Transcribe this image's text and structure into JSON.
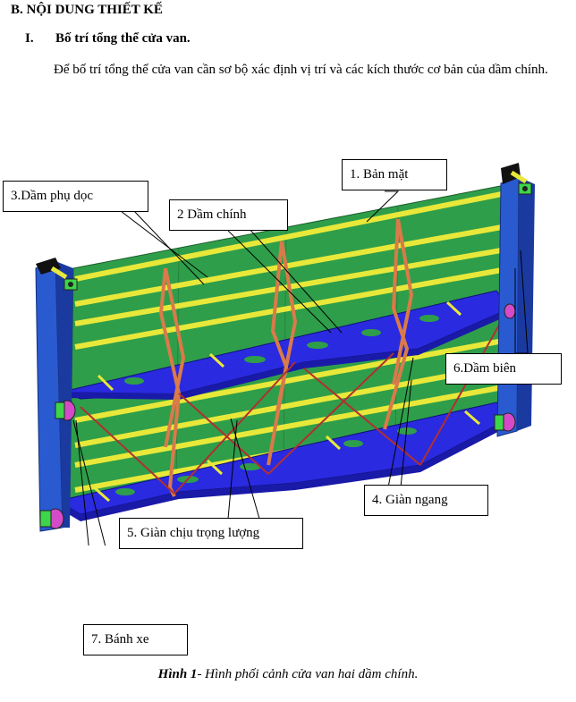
{
  "heading": "B. NỘI DUNG THIẾT KẾ",
  "section": {
    "number": "I.",
    "title": "Bố trí tổng thể cửa van."
  },
  "paragraph": "Để bố trí tổng thể cửa van cần sơ bộ xác định vị trí và các kích thước cơ bản của dầm chính.",
  "figure": {
    "labels": {
      "l1": "1. Bản mặt",
      "l2": "2 Dầm chính",
      "l3": "3.Dầm phụ dọc",
      "l4": "4. Giàn ngang",
      "l5": "5. Giàn chịu trọng lượng",
      "l6": "6.Dầm biên",
      "l7": "7. Bánh xe"
    },
    "colors": {
      "plate": "#2f9e4a",
      "beam": "#e8e83a",
      "girder": "#2a2ae0",
      "truss": "#d97a4a",
      "end": "#2a5ad0",
      "wheel": "#d44ac8"
    }
  },
  "caption": {
    "label": "Hình 1",
    "text": "- Hình phối cảnh cửa van hai dầm chính."
  }
}
